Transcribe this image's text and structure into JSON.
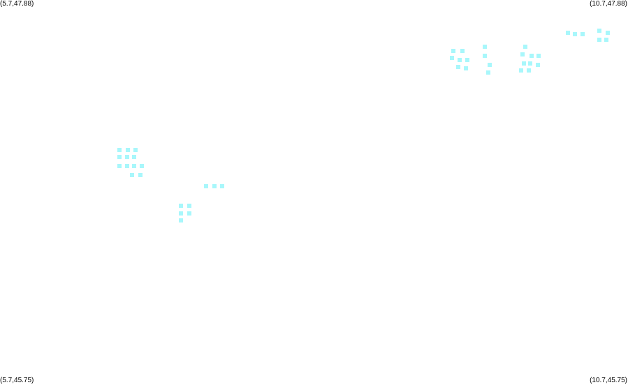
{
  "corners": {
    "top_left": "(5.7,47.88)",
    "top_right": "(10.7,47.88)",
    "bottom_left": "(5.7,45.75)",
    "bottom_right": "(10.7,45.75)"
  },
  "extent": {
    "lon_min": 5.7,
    "lon_max": 10.7,
    "lat_min": 45.75,
    "lat_max": 47.88
  },
  "marker_color": "#a8f7fb",
  "chart_data": {
    "type": "scatter",
    "xlim": [
      5.7,
      10.7
    ],
    "ylim": [
      45.75,
      47.88
    ],
    "points": [
      [
        6.65,
        47.05
      ],
      [
        6.72,
        47.05
      ],
      [
        6.78,
        47.05
      ],
      [
        6.65,
        47.01
      ],
      [
        6.71,
        47.01
      ],
      [
        6.77,
        47.01
      ],
      [
        6.65,
        46.96
      ],
      [
        6.71,
        46.96
      ],
      [
        6.77,
        46.96
      ],
      [
        6.83,
        46.96
      ],
      [
        6.75,
        46.91
      ],
      [
        6.82,
        46.91
      ],
      [
        7.34,
        46.85
      ],
      [
        7.41,
        46.85
      ],
      [
        7.47,
        46.85
      ],
      [
        7.14,
        46.74
      ],
      [
        7.21,
        46.74
      ],
      [
        7.14,
        46.7
      ],
      [
        7.21,
        46.7
      ],
      [
        7.14,
        46.66
      ],
      [
        9.31,
        47.6
      ],
      [
        9.38,
        47.6
      ],
      [
        9.3,
        47.56
      ],
      [
        9.36,
        47.55
      ],
      [
        9.42,
        47.55
      ],
      [
        9.35,
        47.51
      ],
      [
        9.41,
        47.5
      ],
      [
        9.56,
        47.62
      ],
      [
        9.56,
        47.57
      ],
      [
        9.6,
        47.52
      ],
      [
        9.59,
        47.48
      ],
      [
        9.88,
        47.62
      ],
      [
        9.86,
        47.58
      ],
      [
        9.93,
        47.57
      ],
      [
        9.99,
        47.57
      ],
      [
        9.87,
        47.53
      ],
      [
        9.92,
        47.53
      ],
      [
        9.98,
        47.52
      ],
      [
        9.85,
        47.49
      ],
      [
        9.91,
        47.49
      ],
      [
        10.22,
        47.7
      ],
      [
        10.28,
        47.69
      ],
      [
        10.34,
        47.69
      ],
      [
        10.47,
        47.71
      ],
      [
        10.54,
        47.7
      ],
      [
        10.47,
        47.66
      ],
      [
        10.53,
        47.66
      ]
    ]
  }
}
